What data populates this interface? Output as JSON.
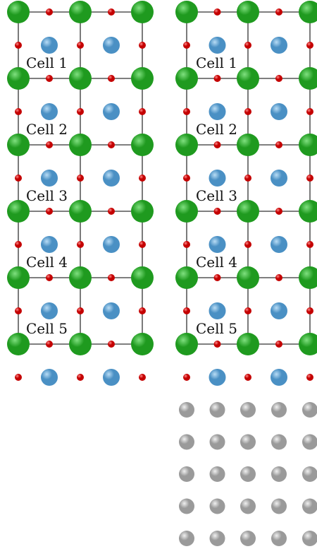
{
  "colors": {
    "large_atom": "#1f9a1f",
    "large_atom_light": "#7fe07f",
    "medium_atom": "#4a90c4",
    "medium_atom_light": "#b8dcf5",
    "small_atom": "#c40000",
    "small_atom_light": "#ff8a8a",
    "substrate_atom": "#9a9a9a",
    "substrate_atom_light": "#f0f0f0",
    "bond": "#333333"
  },
  "atom_types": {
    "large": "green-sphere",
    "medium": "blue-sphere",
    "small": "red-sphere",
    "substrate": "gray-sphere"
  },
  "panels": [
    {
      "name": "left-panel",
      "cells": [
        {
          "label": "Cell 1"
        },
        {
          "label": "Cell 2"
        },
        {
          "label": "Cell 3"
        },
        {
          "label": "Cell 4"
        },
        {
          "label": "Cell 5"
        }
      ],
      "substrate_rows": 0
    },
    {
      "name": "right-panel",
      "cells": [
        {
          "label": "Cell 1"
        },
        {
          "label": "Cell 2"
        },
        {
          "label": "Cell 3"
        },
        {
          "label": "Cell 4"
        },
        {
          "label": "Cell 5"
        }
      ],
      "substrate_rows": 5
    }
  ]
}
